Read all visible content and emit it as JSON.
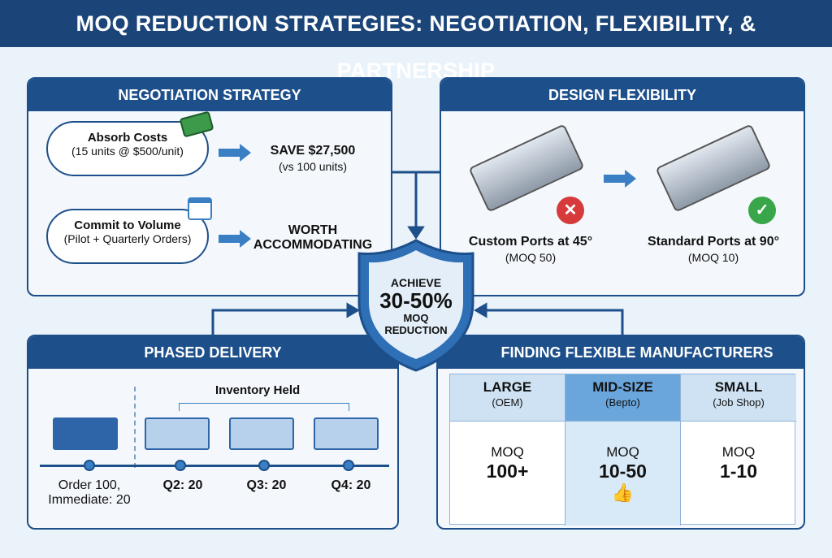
{
  "title": "MOQ REDUCTION STRATEGIES: NEGOTIATION, FLEXIBILITY, & PARTNERSHIP",
  "negotiation": {
    "heading": "NEGOTIATION STRATEGY",
    "items": [
      {
        "label": "Absorb Costs",
        "detail": "(15 units @ $500/unit)",
        "result": "SAVE $27,500",
        "result_detail": "(vs 100 units)",
        "icon": "money-icon"
      },
      {
        "label": "Commit to Volume",
        "detail": "(Pilot + Quarterly Orders)",
        "result": "WORTH ACCOMMODATING",
        "icon": "calendar-icon"
      }
    ]
  },
  "design": {
    "heading": "DESIGN FLEXIBILITY",
    "before": {
      "label": "Custom Ports at 45°",
      "moq": "(MOQ 50)",
      "status": "reject-icon"
    },
    "after": {
      "label": "Standard Ports at 90°",
      "moq": "(MOQ 10)",
      "status": "check-icon"
    }
  },
  "center": {
    "line1": "ACHIEVE",
    "value": "30-50%",
    "line2": "MOQ",
    "line3": "REDUCTION"
  },
  "phased": {
    "heading": "PHASED DELIVERY",
    "held_label": "Inventory Held",
    "stages": [
      "Order 100,\nImmediate: 20",
      "Q2: 20",
      "Q3: 20",
      "Q4: 20"
    ]
  },
  "manufacturers": {
    "heading": "FINDING FLEXIBLE MANUFACTURERS",
    "columns": [
      {
        "size": "LARGE",
        "type": "(OEM)",
        "moq_label": "MOQ",
        "moq": "100+"
      },
      {
        "size": "MID-SIZE",
        "type": "(Bepto)",
        "moq_label": "MOQ",
        "moq": "10-50",
        "highlight": true
      },
      {
        "size": "SMALL",
        "type": "(Job Shop)",
        "moq_label": "MOQ",
        "moq": "1-10"
      }
    ]
  },
  "colors": {
    "navy": "#1b4478",
    "panel_blue": "#1d4f8a",
    "accent": "#3a7fc4",
    "bg": "#eaf2fa"
  }
}
